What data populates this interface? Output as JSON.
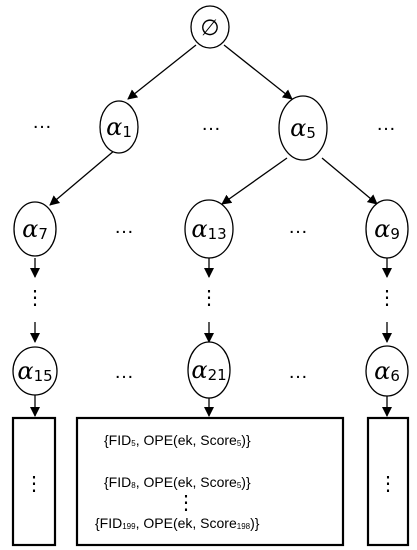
{
  "root": {
    "symbol": "∅"
  },
  "nodes": [
    {
      "id": "a1",
      "greek": "α",
      "index": "1"
    },
    {
      "id": "a5",
      "greek": "α",
      "index": "5"
    },
    {
      "id": "a7",
      "greek": "α",
      "index": "7"
    },
    {
      "id": "a13",
      "greek": "α",
      "index": "13"
    },
    {
      "id": "a9",
      "greek": "α",
      "index": "9"
    },
    {
      "id": "a15",
      "greek": "α",
      "index": "15"
    },
    {
      "id": "a21",
      "greek": "α",
      "index": "21"
    },
    {
      "id": "a6",
      "greek": "α",
      "index": "6"
    }
  ],
  "ellipsis": "…",
  "vertical_ellipsis": "⋮",
  "list_box": {
    "rows": [
      {
        "open": "{FID",
        "fid_sub": "5",
        "mid": ", OPE(ek, Score",
        "score_sub": "5",
        "close": ")}"
      },
      {
        "open": "{FID",
        "fid_sub": "8",
        "mid": ", OPE(ek, Score",
        "score_sub": "5",
        "close": ")}"
      },
      {
        "open": "{FID",
        "fid_sub": "199",
        "mid": ", OPE(ek, Score",
        "score_sub": "198",
        "close": ")}"
      }
    ]
  }
}
